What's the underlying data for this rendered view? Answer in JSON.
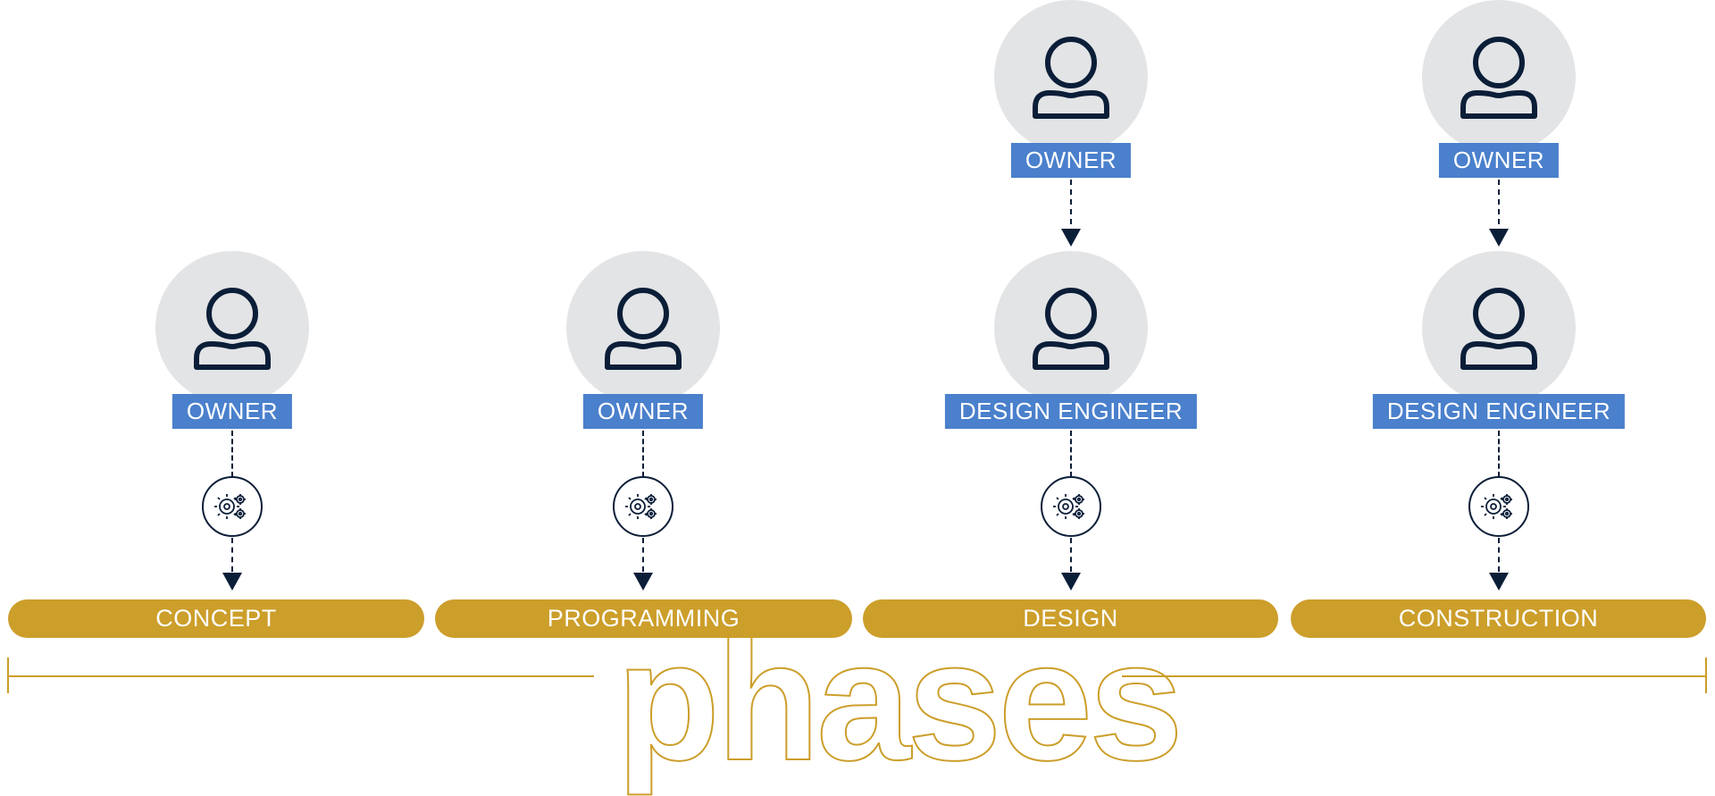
{
  "colors": {
    "person_bg": "#e3e4e6",
    "icon": "#0b1e38",
    "role_label": "#4a80cc",
    "phase": "#cc9e2a"
  },
  "icons": {
    "person": "user-icon",
    "process": "gears-icon",
    "arrow": "arrow-down-icon"
  },
  "columns": [
    {
      "roles": [
        "OWNER"
      ],
      "phase": "CONCEPT"
    },
    {
      "roles": [
        "OWNER"
      ],
      "phase": "PROGRAMMING"
    },
    {
      "roles": [
        "OWNER",
        "DESIGN ENGINEER"
      ],
      "phase": "DESIGN"
    },
    {
      "roles": [
        "OWNER",
        "DESIGN ENGINEER"
      ],
      "phase": "CONSTRUCTION"
    }
  ],
  "timeline": {
    "label": "phases"
  }
}
